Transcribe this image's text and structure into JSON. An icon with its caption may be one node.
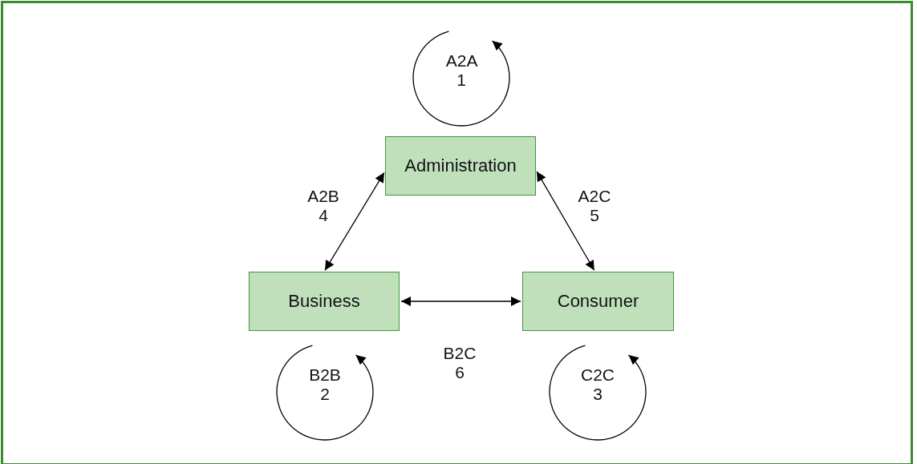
{
  "diagram": {
    "nodes": [
      {
        "text": [
          "Administration"
        ]
      },
      {
        "text": [
          "Business"
        ]
      },
      {
        "text": [
          "Consumer"
        ]
      }
    ],
    "edges": [
      {
        "from": 0,
        "to": 1,
        "arrow": "both",
        "label": "A2B 4"
      },
      {
        "from": 0,
        "to": 2,
        "arrow": "both",
        "label": "A2C 5"
      },
      {
        "from": 1,
        "to": 2,
        "arrow": "both",
        "label": "B2C 6"
      }
    ],
    "labels": [
      "A2A 1",
      "B2B 2",
      "C2C 3"
    ]
  }
}
